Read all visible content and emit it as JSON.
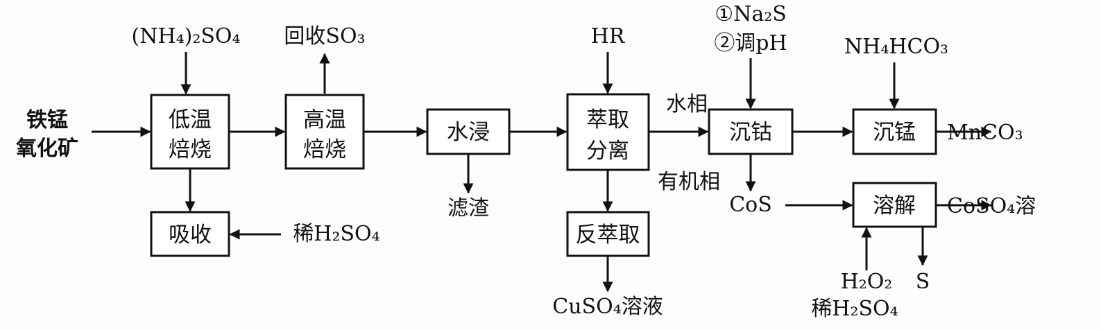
{
  "inputs": {
    "raw_line1": "铁锰",
    "raw_line2": "氧化矿",
    "ammonium_sulfate": "(NH₄)₂SO₄",
    "recover_so3": "回收SO₃",
    "hr": "HR",
    "na2s": "①Na₂S",
    "adjust_ph": "②调pH",
    "nh4hco3": "NH₄HCO₃",
    "dilute_h2so4_left": "稀H₂SO₄",
    "h2o2": "H₂O₂",
    "dilute_h2so4_bottom": "稀H₂SO₄"
  },
  "steps": {
    "low_temp_roast_1": "低温",
    "low_temp_roast_2": "焙烧",
    "high_temp_roast_1": "高温",
    "high_temp_roast_2": "焙烧",
    "water_leach": "水浸",
    "extract_sep_1": "萃取",
    "extract_sep_2": "分离",
    "precip_cobalt": "沉钴",
    "precip_manganese": "沉锰",
    "absorb": "吸收",
    "back_extract": "反萃取",
    "dissolve": "溶解"
  },
  "labels": {
    "filter_residue": "滤渣",
    "aqueous_phase": "水相",
    "organic_phase": "有机相",
    "cos": "CoS",
    "s": "S"
  },
  "outputs": {
    "mnco3": "MnCO₃",
    "coso4": "CoSO₄溶",
    "cuso4": "CuSO₄溶液"
  }
}
